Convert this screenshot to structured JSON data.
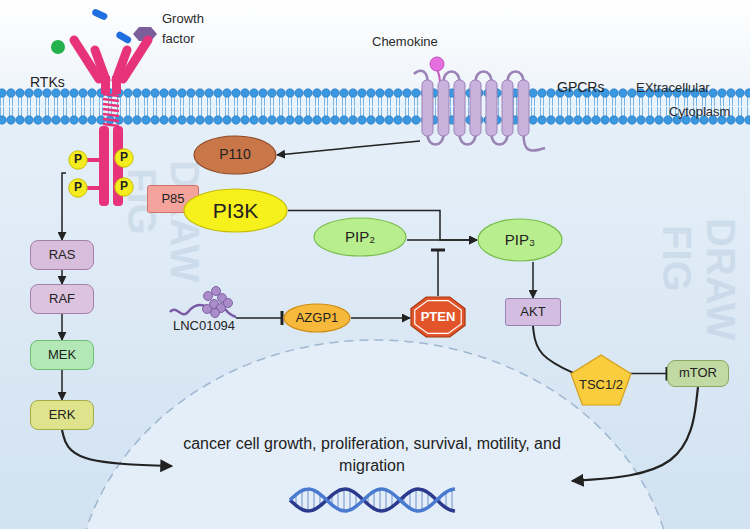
{
  "diagram": {
    "nodes": [
      {
        "text": [
          "RTKs"
        ]
      },
      {
        "text": [
          "P"
        ],
        "in": 0
      },
      {
        "text": [
          "P"
        ],
        "in": 0
      },
      {
        "text": [
          "P"
        ],
        "in": 0
      },
      {
        "text": [
          "P"
        ],
        "in": 0
      },
      {
        "text": [
          "GPCRs"
        ]
      },
      {
        "text": [
          "P110"
        ]
      },
      {
        "text": [
          "P85"
        ]
      },
      {
        "text": [
          "PI3K"
        ]
      },
      {
        "text": [
          "RAS"
        ]
      },
      {
        "text": [
          "RAF"
        ]
      },
      {
        "text": [
          "MEK"
        ]
      },
      {
        "text": [
          "ERK"
        ]
      },
      {
        "text": [
          "PIP₂"
        ]
      },
      {
        "text": [
          "PIP₃"
        ]
      },
      {
        "text": [
          "LNC01094"
        ]
      },
      {
        "text": [
          "AZGP1"
        ]
      },
      {
        "text": [
          "PTEN"
        ]
      },
      {
        "text": [
          "AKT"
        ]
      },
      {
        "text": [
          "TSC1/2"
        ]
      },
      {
        "text": [
          "mTOR"
        ]
      },
      {
        "text": [
          "cancer cell growth, proliferation, survival, motility, and migration"
        ]
      }
    ],
    "edges": [
      {
        "from": 0,
        "to": 9,
        "arrow": "to"
      },
      {
        "from": 9,
        "to": 10,
        "arrow": "to"
      },
      {
        "from": 10,
        "to": 11,
        "arrow": "to"
      },
      {
        "from": 11,
        "to": 12,
        "arrow": "to"
      },
      {
        "from": 12,
        "to": 21,
        "arrow": "to"
      },
      {
        "from": 5,
        "to": 6,
        "arrow": "to"
      },
      {
        "from": 8,
        "to": 14,
        "arrow": "to"
      },
      {
        "from": 13,
        "to": 14,
        "arrow": "to"
      },
      {
        "from": 17,
        "to": 14,
        "arrow": "to"
      },
      {
        "from": 15,
        "to": 16,
        "arrow": "to"
      },
      {
        "from": 16,
        "to": 17,
        "arrow": "to"
      },
      {
        "from": 14,
        "to": 18,
        "arrow": "to"
      },
      {
        "from": 18,
        "to": 19,
        "arrow": "to"
      },
      {
        "from": 19,
        "to": 20,
        "arrow": "to"
      },
      {
        "from": 20,
        "to": 21,
        "arrow": "to"
      }
    ],
    "labels": [
      "Growth factor",
      "Chemokine",
      "EXtracellular",
      "Cytoplasm",
      "FIG",
      "DRAW",
      "FIG",
      "DRAW"
    ]
  }
}
